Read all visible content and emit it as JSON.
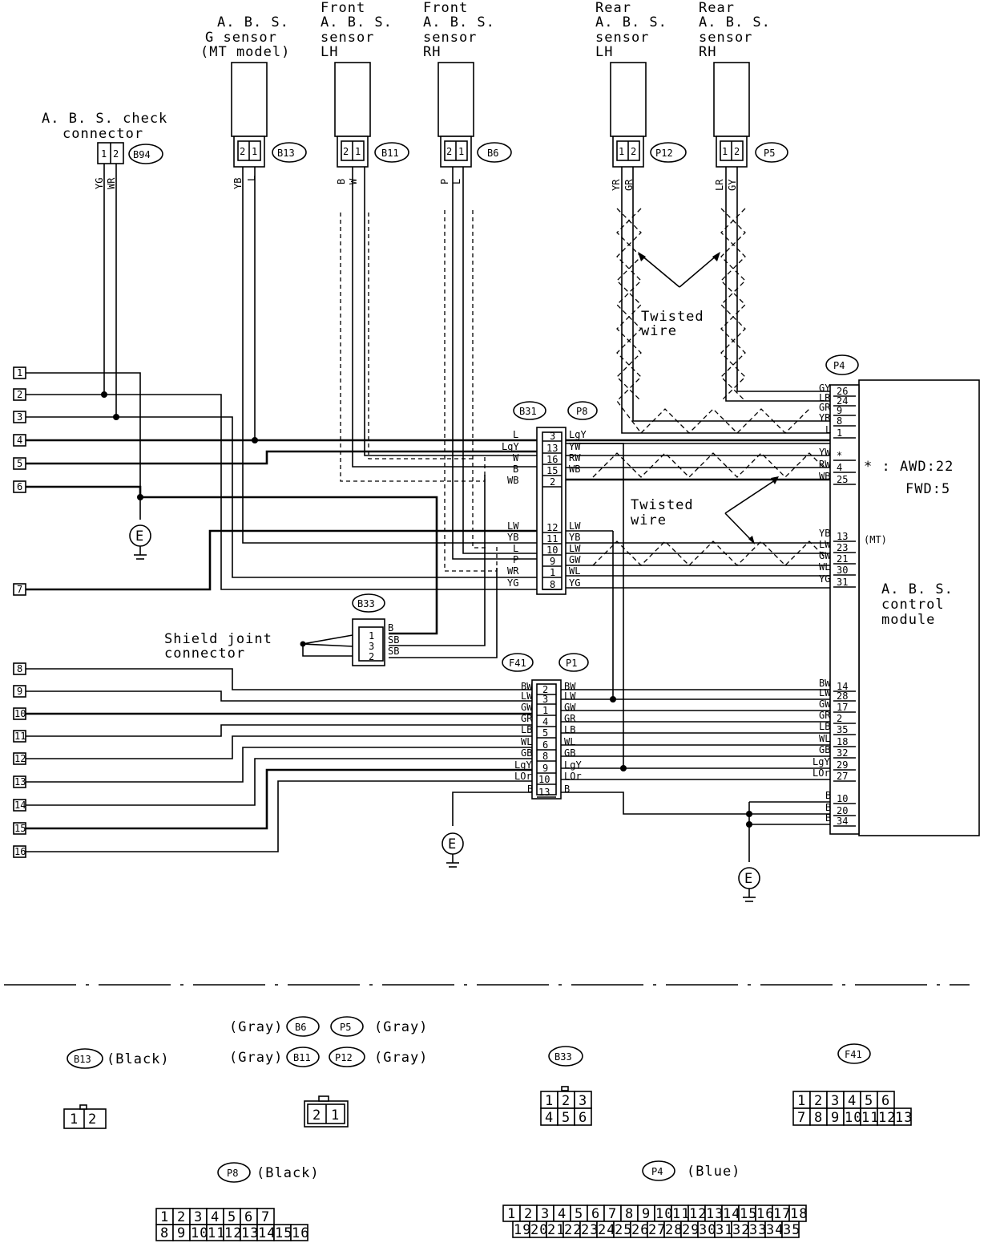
{
  "sensors": {
    "check_connector": {
      "line1": "A. B. S. check",
      "line2": "connector",
      "connector": "B94",
      "pins": [
        "1",
        "2"
      ],
      "wires": [
        "YG",
        "WR"
      ]
    },
    "g_sensor": {
      "line1": "A. B. S.",
      "line2": "G sensor",
      "line3": "(MT model)",
      "connector": "B13",
      "pins": [
        "2",
        "1"
      ],
      "wires": [
        "YB",
        "L"
      ]
    },
    "front_lh": {
      "line1": "Front",
      "line2": "A. B. S.",
      "line3": "sensor",
      "line4": "LH",
      "connector": "B11",
      "pins": [
        "2",
        "1"
      ],
      "wires": [
        "B",
        "W"
      ]
    },
    "front_rh": {
      "line1": "Front",
      "line2": "A. B. S.",
      "line3": "sensor",
      "line4": "RH",
      "connector": "B6",
      "pins": [
        "2",
        "1"
      ],
      "wires": [
        "P",
        "L"
      ]
    },
    "rear_lh": {
      "line1": "Rear",
      "line2": "A. B. S.",
      "line3": "sensor",
      "line4": "LH",
      "connector": "P12",
      "pins": [
        "1",
        "2"
      ],
      "wires": [
        "YR",
        "GR"
      ]
    },
    "rear_rh": {
      "line1": "Rear",
      "line2": "A. B. S.",
      "line3": "sensor",
      "line4": "RH",
      "connector": "P5",
      "pins": [
        "1",
        "2"
      ],
      "wires": [
        "LR",
        "GY"
      ]
    }
  },
  "twisted_wire": {
    "line1": "Twisted",
    "line2": "wire"
  },
  "twisted_wire_2": {
    "line1": "Twisted",
    "line2": "wire"
  },
  "terminals": [
    "1",
    "2",
    "3",
    "4",
    "5",
    "6",
    "7",
    "8",
    "9",
    "10",
    "11",
    "12",
    "13",
    "14",
    "15",
    "16"
  ],
  "ground_label": "E",
  "shield_joint": {
    "line1": "Shield joint",
    "line2": "connector",
    "connector": "B33",
    "pins": [
      "1",
      "3",
      "2"
    ],
    "wires": [
      "B",
      "SB",
      "SB"
    ]
  },
  "connector_b31": "B31",
  "connector_p8": "P8",
  "b31_rows": [
    {
      "left": "L",
      "pin": "3",
      "right": "LgY"
    },
    {
      "left": "LgY",
      "pin": "13",
      "right": "YW"
    },
    {
      "left": "W",
      "pin": "16",
      "right": "RW"
    },
    {
      "left": "B",
      "pin": "15",
      "right": "WB"
    },
    {
      "left": "WB",
      "pin": "2",
      "right": ""
    },
    {
      "left": "LW",
      "pin": "12",
      "right": "LW"
    },
    {
      "left": "YB",
      "pin": "11",
      "right": "YB"
    },
    {
      "left": "L",
      "pin": "10",
      "right": "LW"
    },
    {
      "left": "P",
      "pin": "9",
      "right": "GW"
    },
    {
      "left": "WR",
      "pin": "1",
      "right": "WL"
    },
    {
      "left": "YG",
      "pin": "8",
      "right": "YG"
    }
  ],
  "connector_f41": "F41",
  "connector_p1": "P1",
  "f41_rows": [
    {
      "left": "BW",
      "pin": "2",
      "right": "BW"
    },
    {
      "left": "LW",
      "pin": "3",
      "right": "LW"
    },
    {
      "left": "GW",
      "pin": "1",
      "right": "GW"
    },
    {
      "left": "GR",
      "pin": "4",
      "right": "GR"
    },
    {
      "left": "LB",
      "pin": "5",
      "right": "LB"
    },
    {
      "left": "WL",
      "pin": "6",
      "right": "WL"
    },
    {
      "left": "GB",
      "pin": "8",
      "right": "GB"
    },
    {
      "left": "LgY",
      "pin": "9",
      "right": "LgY"
    },
    {
      "left": "LOr",
      "pin": "10",
      "right": "LOr"
    },
    {
      "left": "B",
      "pin": "13",
      "right": "B"
    }
  ],
  "module": {
    "connector": "P4",
    "title1": "A. B. S.",
    "title2": "control",
    "title3": "module",
    "note_star": "* : AWD:22",
    "note_fwd": "FWD:5",
    "mt_note": "(MT)",
    "pins_top": [
      {
        "wire": "GY",
        "pin": "26"
      },
      {
        "wire": "LR",
        "pin": "24"
      },
      {
        "wire": "GR",
        "pin": "9"
      },
      {
        "wire": "YR",
        "pin": "8"
      },
      {
        "wire": "L",
        "pin": "1"
      },
      {
        "wire": "YW",
        "pin": "*"
      },
      {
        "wire": "RW",
        "pin": "4"
      },
      {
        "wire": "WB",
        "pin": "25"
      }
    ],
    "pins_mid": [
      {
        "wire": "YB",
        "pin": "13"
      },
      {
        "wire": "LW",
        "pin": "23"
      },
      {
        "wire": "GW",
        "pin": "21"
      },
      {
        "wire": "WL",
        "pin": "30"
      },
      {
        "wire": "YG",
        "pin": "31"
      }
    ],
    "pins_low": [
      {
        "wire": "BW",
        "pin": "14"
      },
      {
        "wire": "LW",
        "pin": "28"
      },
      {
        "wire": "GW",
        "pin": "17"
      },
      {
        "wire": "GR",
        "pin": "2"
      },
      {
        "wire": "LB",
        "pin": "35"
      },
      {
        "wire": "WL",
        "pin": "18"
      },
      {
        "wire": "GB",
        "pin": "32"
      },
      {
        "wire": "LgY",
        "pin": "29"
      },
      {
        "wire": "LOr",
        "pin": "27"
      }
    ],
    "pins_gnd": [
      {
        "wire": "B",
        "pin": "10"
      },
      {
        "wire": "B",
        "pin": "20"
      },
      {
        "wire": "B",
        "pin": "34"
      }
    ]
  },
  "legend": {
    "b13": {
      "id": "B13",
      "color": "(Black)",
      "pins": [
        "1",
        "2"
      ]
    },
    "b6": {
      "id": "B6",
      "color": "(Gray)"
    },
    "b11": {
      "id": "B11",
      "color": "(Gray)"
    },
    "p5": {
      "id": "P5",
      "color": "(Gray)"
    },
    "p12": {
      "id": "P12",
      "color": "(Gray)"
    },
    "two_pin": [
      "2",
      "1"
    ],
    "b33": {
      "id": "B33",
      "row1": [
        "1",
        "2",
        "3"
      ],
      "row2": [
        "4",
        "5",
        "6"
      ]
    },
    "f41": {
      "id": "F41",
      "row1": [
        "1",
        "2",
        "3",
        "4",
        "5",
        "6"
      ],
      "row2": [
        "7",
        "8",
        "9",
        "10",
        "11",
        "12",
        "13"
      ]
    },
    "p8": {
      "id": "P8",
      "color": "(Black)",
      "row1": [
        "1",
        "2",
        "3",
        "4",
        "5",
        "6",
        "7"
      ],
      "row2": [
        "8",
        "9",
        "10",
        "11",
        "12",
        "13",
        "14",
        "15",
        "16"
      ]
    },
    "p4": {
      "id": "P4",
      "color": "(Blue)",
      "row1": [
        "1",
        "2",
        "3",
        "4",
        "5",
        "6",
        "7",
        "8",
        "9",
        "10",
        "11",
        "12",
        "13",
        "14",
        "15",
        "16",
        "17",
        "18"
      ],
      "row2": [
        "19",
        "20",
        "21",
        "22",
        "23",
        "24",
        "25",
        "26",
        "27",
        "28",
        "29",
        "30",
        "31",
        "32",
        "33",
        "34",
        "35"
      ]
    }
  }
}
